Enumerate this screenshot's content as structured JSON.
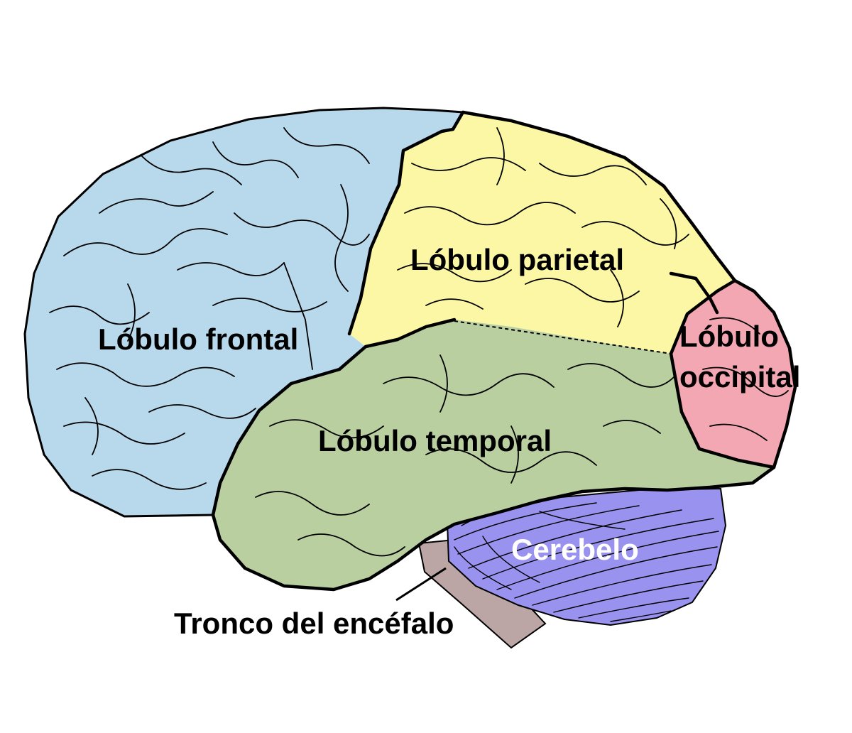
{
  "labels": {
    "frontal": "Lóbulo frontal",
    "parietal": "Lóbulo parietal",
    "occipital_line1": "Lóbulo",
    "occipital_line2": "occipital",
    "temporal": "Lóbulo temporal",
    "cerebellum": "Cerebelo",
    "brainstem": "Tronco del encéfalo"
  },
  "colors": {
    "frontal": "#b8d9ec",
    "parietal": "#fbf7a4",
    "occipital": "#f3a7b2",
    "temporal": "#b9cf9f",
    "cerebellum": "#9a92ef",
    "brainstem": "#bba6a5",
    "outline": "#000000",
    "background": "#ffffff"
  }
}
